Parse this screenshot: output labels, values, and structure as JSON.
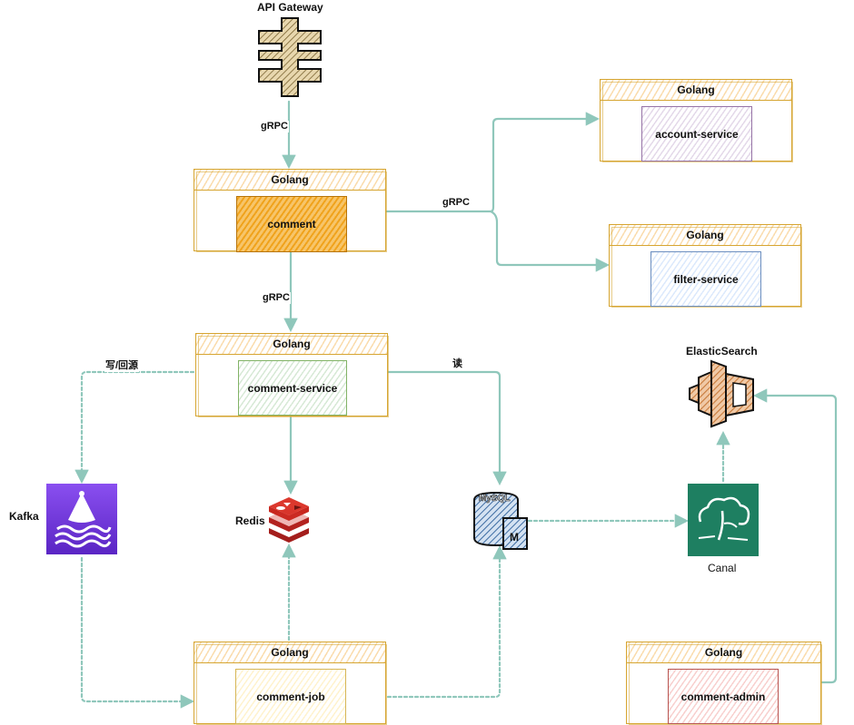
{
  "gateway": {
    "label": "API Gateway"
  },
  "containers": {
    "comment": {
      "header": "Golang",
      "service": "comment"
    },
    "account": {
      "header": "Golang",
      "service": "account-service"
    },
    "filter": {
      "header": "Golang",
      "service": "filter-service"
    },
    "comment_service": {
      "header": "Golang",
      "service": "comment-service"
    },
    "comment_job": {
      "header": "Golang",
      "service": "comment-job"
    },
    "comment_admin": {
      "header": "Golang",
      "service": "comment-admin"
    }
  },
  "infra": {
    "kafka": "Kafka",
    "redis": "Redis",
    "mysql_text": "MySQL",
    "mysql_badge": "M",
    "canal": "Canal",
    "elasticsearch": "ElasticSearch"
  },
  "edges": {
    "gateway_to_comment": "gRPC",
    "comment_to_right": "gRPC",
    "comment_to_service": "gRPC",
    "service_to_kafka": "写/回源",
    "service_to_mysql": "读"
  },
  "colors": {
    "edge": "#8fc7bb",
    "container_border": "#d6a531",
    "comment_fill": "#f0a31d",
    "account_border": "#9673a6",
    "filter_border": "#6c8ebf",
    "service_border": "#82b366",
    "job_border": "#d6b656",
    "admin_border": "#b85450",
    "kafka": "#7b3fe4",
    "redis": "#cc2a28",
    "mysql": "#3c6ba2",
    "canal": "#1e7f61",
    "elastic": "#c87a3a"
  }
}
